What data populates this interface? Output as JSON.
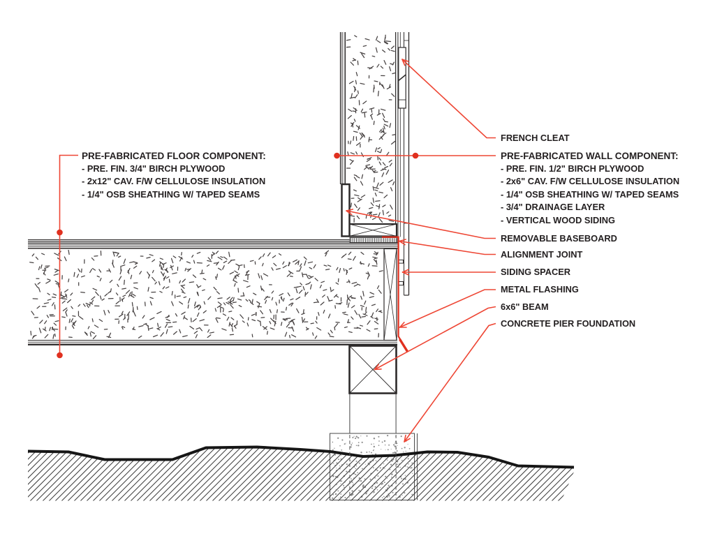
{
  "drawing": {
    "floor_component": {
      "title": "PRE-FABRICATED FLOOR COMPONENT:",
      "items": [
        "- PRE. FIN. 3/4\" BIRCH PLYWOOD",
        "- 2x12\" CAV. F/W CELLULOSE INSULATION",
        "- 1/4\" OSB SHEATHING W/ TAPED SEAMS"
      ]
    },
    "wall_component": {
      "title": "PRE-FABRICATED WALL COMPONENT:",
      "items": [
        "- PRE. FIN. 1/2\" BIRCH PLYWOOD",
        "- 2x6\" CAV. F/W CELLULOSE INSULATION",
        "- 1/4\" OSB SHEATHING W/ TAPED SEAMS",
        "- 3/4\" DRAINAGE LAYER",
        "- VERTICAL WOOD SIDING"
      ]
    },
    "callouts": [
      {
        "id": "french-cleat",
        "label": "FRENCH CLEAT"
      },
      {
        "id": "removable-baseboard",
        "label": "REMOVABLE BASEBOARD"
      },
      {
        "id": "alignment-joint",
        "label": "ALIGNMENT JOINT"
      },
      {
        "id": "siding-spacer",
        "label": "SIDING SPACER"
      },
      {
        "id": "metal-flashing",
        "label": "METAL FLASHING"
      },
      {
        "id": "beam",
        "label": "6x6\" BEAM"
      },
      {
        "id": "concrete-pier",
        "label": "CONCRETE PIER FOUNDATION"
      }
    ],
    "colors": {
      "annotation_red": "#ee4634",
      "dot_red": "#e0301f",
      "linework": "#2d2a2a"
    }
  }
}
